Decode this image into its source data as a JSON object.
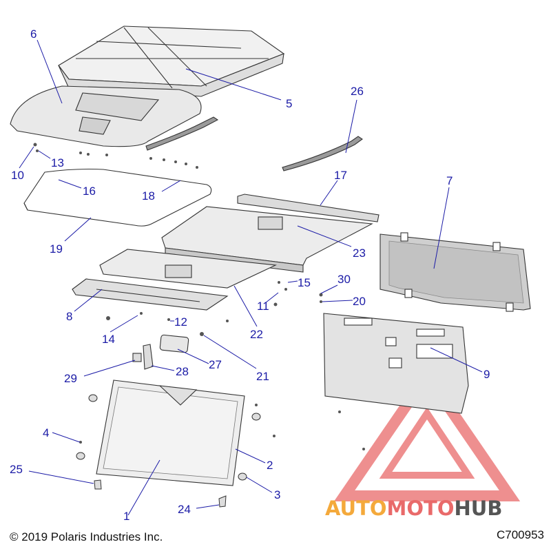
{
  "footer": {
    "copyright": "© 2019 Polaris Industries Inc.",
    "drawing_number": "C700953"
  },
  "watermark": {
    "part1": "AUTO",
    "part2": "MOTO",
    "part3": "HUB",
    "color_orange": "#f4a93b",
    "color_red": "#e96a6a",
    "color_gray": "#555555"
  },
  "callouts": [
    "1",
    "2",
    "3",
    "4",
    "5",
    "6",
    "7",
    "8",
    "9",
    "10",
    "11",
    "12",
    "13",
    "14",
    "15",
    "16",
    "17",
    "18",
    "19",
    "20",
    "21",
    "22",
    "23",
    "24",
    "25",
    "26",
    "27",
    "28",
    "29",
    "30"
  ],
  "colors": {
    "callout": "#1a1aa6",
    "line": "#333333"
  }
}
